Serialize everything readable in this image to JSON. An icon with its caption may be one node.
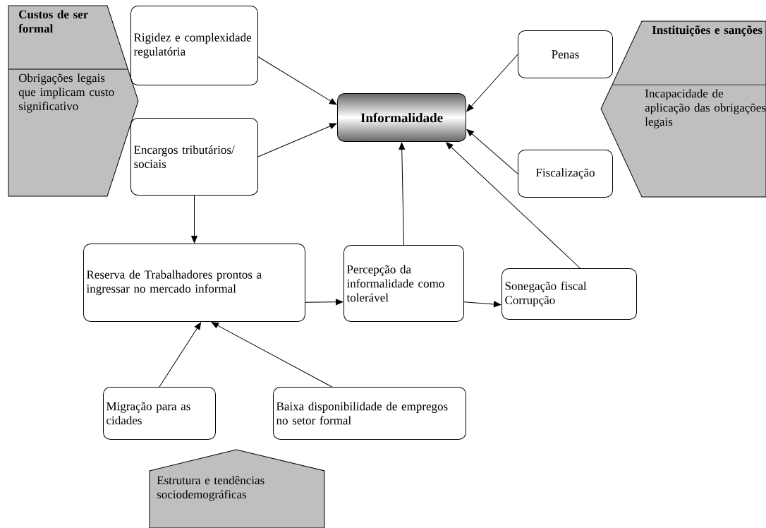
{
  "diagram": {
    "nodes": [
      {
        "text": [
          "Custos de ser formal",
          "Obrigações legais que implicam custo significativo"
        ]
      },
      {
        "text": [
          "Rigidez e complexidade regulatória"
        ]
      },
      {
        "text": [
          "Encargos tributários/ sociais"
        ]
      },
      {
        "text": [
          "Informalidade"
        ]
      },
      {
        "text": [
          "Penas"
        ]
      },
      {
        "text": [
          "Fiscalização"
        ]
      },
      {
        "text": [
          "Instituições e sanções",
          "Incapacidade de aplicação das obrigações legais"
        ]
      },
      {
        "text": [
          "Reserva de Trabalhadores prontos a ingressar no mercado informal"
        ]
      },
      {
        "text": [
          "Percepção da informalidade como tolerável"
        ]
      },
      {
        "text": [
          "Sonegação fiscal Corrupção"
        ]
      },
      {
        "text": [
          "Migração para as cidades"
        ]
      },
      {
        "text": [
          "Baixa disponibilidade de empregos no setor formal"
        ]
      },
      {
        "text": [
          "Estrutura e tendências sociodemográficas"
        ]
      }
    ],
    "edges": [
      {
        "from": 1,
        "to": 3,
        "arrow": "to"
      },
      {
        "from": 2,
        "to": 3,
        "arrow": "to"
      },
      {
        "from": 4,
        "to": 3,
        "arrow": "to"
      },
      {
        "from": 5,
        "to": 3,
        "arrow": "to"
      },
      {
        "from": 2,
        "to": 7,
        "arrow": "to"
      },
      {
        "from": 7,
        "to": 8,
        "arrow": "to"
      },
      {
        "from": 8,
        "to": 3,
        "arrow": "to"
      },
      {
        "from": 8,
        "to": 9,
        "arrow": "to"
      },
      {
        "from": 9,
        "to": 3,
        "arrow": "to"
      },
      {
        "from": 10,
        "to": 7,
        "arrow": "to"
      },
      {
        "from": 11,
        "to": 7,
        "arrow": "to"
      }
    ]
  }
}
